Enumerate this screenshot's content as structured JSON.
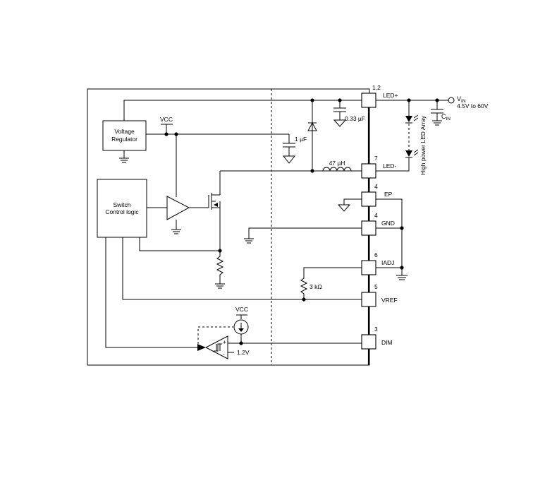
{
  "blocks": {
    "voltage_regulator": [
      "Voltage",
      "Regulator"
    ],
    "switch_control": [
      "Switch",
      "Control logic"
    ]
  },
  "pins": {
    "p12": {
      "num": "1,2",
      "name": "LED+"
    },
    "p7": {
      "num": "7",
      "name": "LED-"
    },
    "p4a": {
      "num": "4",
      "name": "EP"
    },
    "p4b": {
      "num": "4",
      "name": "GND"
    },
    "p6": {
      "num": "6",
      "name": "IADJ"
    },
    "p5": {
      "num": "5",
      "name": "VREF"
    },
    "p3": {
      "num": "3",
      "name": "DIM"
    }
  },
  "labels": {
    "vcc_top": "VCC",
    "vcc_bottom": "VCC",
    "cap_1uf": "1 µF",
    "cap_033": "0.33 µF",
    "inductor": "47 µH",
    "resistor": "3 kΩ",
    "ref_12v": "1.2V",
    "vin_v": "V",
    "vin_sub": "IN",
    "vin_range": "4.5V to 60V",
    "cin_c": "C",
    "cin_sub": "IN",
    "led_array": "High power LED Array"
  }
}
